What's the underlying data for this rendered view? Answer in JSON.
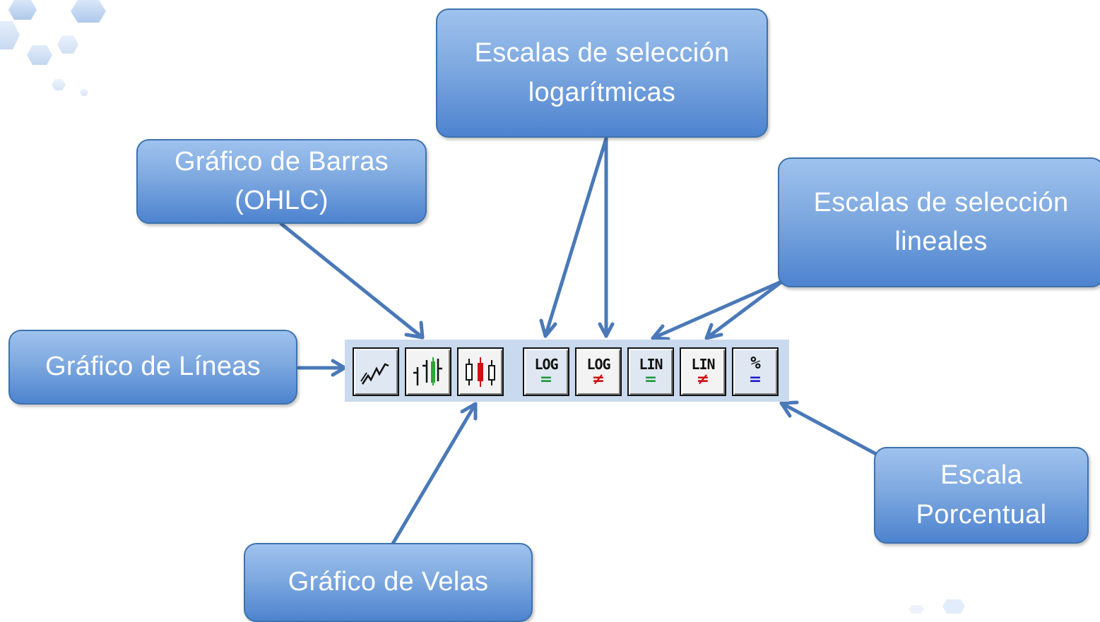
{
  "callouts": {
    "log_scales": "Escalas de selección\nlogarítmicas",
    "bar_chart": "Gráfico de Barras\n(OHLC)",
    "linear_scales": "Escalas de selección\nlineales",
    "line_chart": "Gráfico de Líneas",
    "percent_scale": "Escala\nPorcentual",
    "candle_chart": "Gráfico de Velas"
  },
  "toolbar": {
    "buttons": [
      {
        "id": "line-chart",
        "icon": "line-chart-icon"
      },
      {
        "id": "bar-chart",
        "icon": "ohlc-bar-icon"
      },
      {
        "id": "candle-chart",
        "icon": "candlestick-icon"
      },
      {
        "id": "log-equal",
        "label": "LOG",
        "symbol": "=",
        "symbol_color": "#1a9a3a"
      },
      {
        "id": "log-notequal",
        "label": "LOG",
        "symbol": "≠",
        "symbol_color": "#d01010"
      },
      {
        "id": "lin-equal",
        "label": "LIN",
        "symbol": "=",
        "symbol_color": "#1a9a3a"
      },
      {
        "id": "lin-notequal",
        "label": "LIN",
        "symbol": "≠",
        "symbol_color": "#d01010"
      },
      {
        "id": "percent",
        "label": "%",
        "symbol": "=",
        "symbol_color": "#1a1ad0"
      }
    ]
  },
  "colors": {
    "callout_fill": "#7ea9e0",
    "callout_border": "#3d72ad",
    "arrow": "#4a79b8",
    "toolbar_bg": "#c9d9ee"
  }
}
